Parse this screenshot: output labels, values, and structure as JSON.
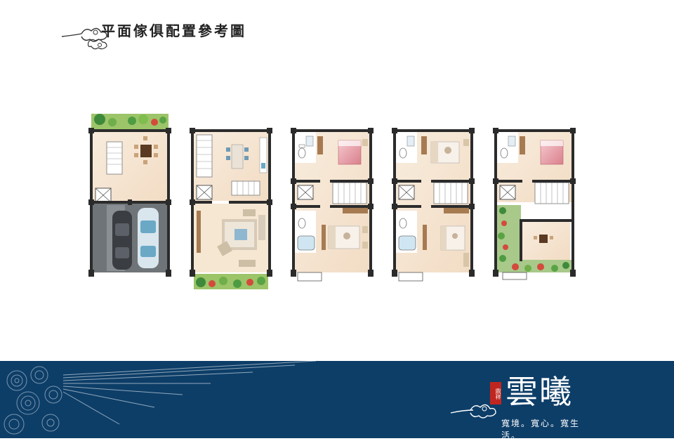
{
  "page": {
    "title": "平面傢俱配置參考圖"
  },
  "colors": {
    "banner": "#0d3e68",
    "wall": "#2b2b2b",
    "floor": "#f4e7d6",
    "garden": "#7bb24a",
    "accent_red": "#c0261f"
  },
  "icons": [
    "cloud-ornament-icon",
    "stairs-icon",
    "car-icon",
    "bed-icon",
    "sofa-icon",
    "dining-table-icon",
    "bathtub-icon",
    "toilet-icon",
    "plant-icon",
    "sun-ray-icon",
    "swirl-cloud-icon"
  ],
  "brand": {
    "seal": "鼎祥",
    "logo": "雲曦",
    "slogan": "寬境。寬心。寬生活。"
  }
}
